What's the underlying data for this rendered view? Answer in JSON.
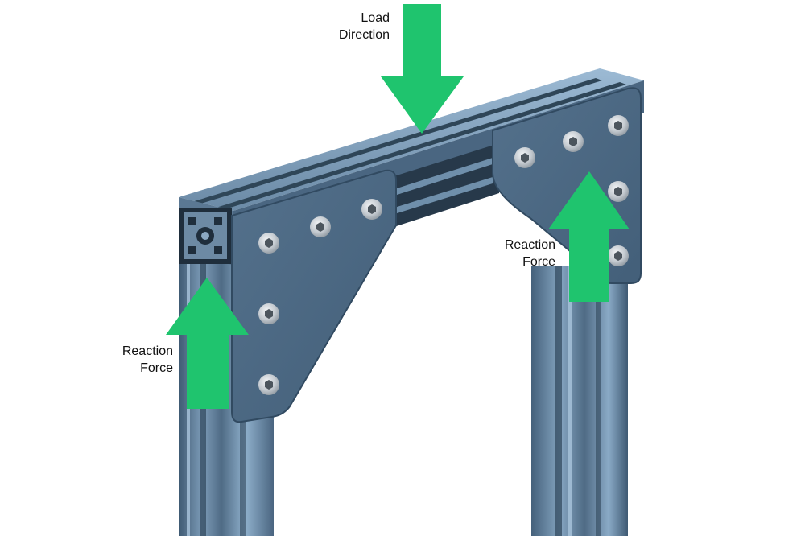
{
  "colors": {
    "background": "#ffffff",
    "arrow": "#1fc46e",
    "aluminum": "#5d7a93",
    "plate": "#4b6883",
    "bolt": "#c9ced3"
  },
  "labels": {
    "load": {
      "line1": "Load",
      "line2": "Direction"
    },
    "reaction_left": {
      "line1": "Reaction",
      "line2": "Force"
    },
    "reaction_right": {
      "line1": "Reaction",
      "line2": "Force"
    }
  },
  "arrows": {
    "load": {
      "direction": "down"
    },
    "reaction_left": {
      "direction": "up"
    },
    "reaction_right": {
      "direction": "up"
    }
  }
}
